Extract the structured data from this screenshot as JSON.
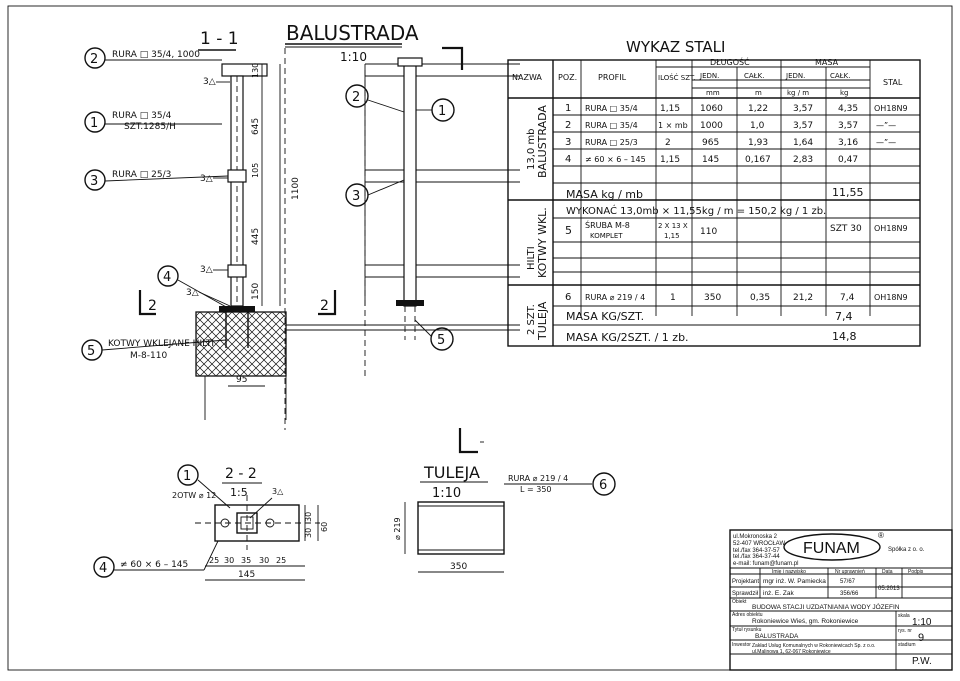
{
  "main_view": {
    "title": "BALUSTRADA",
    "scale": "1:10",
    "section": "1 - 1",
    "section_marks": {
      "left": "2",
      "right": "2"
    },
    "callouts": [
      {
        "num": "2",
        "text": "RURA □ 35/4, 1000"
      },
      {
        "num": "1",
        "text": "RURA □ 35/4",
        "sub": "SZT.1285/H"
      },
      {
        "num": "3",
        "text": "RURA □ 25/3"
      },
      {
        "num": "5",
        "text": "KOTWY WKLEJANE HILTI",
        "sub": "M-8-110"
      },
      {
        "num": "4",
        "text": ""
      }
    ],
    "welds": [
      "3△",
      "3△",
      "3△",
      "3△"
    ],
    "dims": {
      "d130": "130",
      "d645a": "645",
      "d105": "105",
      "d1100": "1100",
      "d445": "445",
      "d150": "150",
      "d95": "95"
    },
    "side_marks": [
      "2",
      "1",
      "3",
      "5"
    ]
  },
  "steel_table": {
    "title": "WYKAZ  STALI",
    "headers": {
      "name": "NAZWA",
      "pos": "POZ.",
      "profile": "PROFIL",
      "qty": "ILOŚĆ SZT.",
      "length": "DŁUGOŚĆ",
      "unit": "JEDN.",
      "unit_u": "mm",
      "total": "CAŁK.",
      "total_u": "m",
      "mass": "MASA",
      "mass_unit": "JEDN.",
      "mass_unit_u": "kg / m",
      "mass_total": "CAŁK.",
      "mass_total_u": "kg",
      "steel": "STAL"
    },
    "groups": [
      {
        "name": "BALUSTRADA",
        "sub": "13,0 mb"
      },
      {
        "name": "KOTWY WKL.",
        "sub": "HILTI"
      },
      {
        "name": "TULEJA",
        "sub": "2 SZT."
      }
    ],
    "rows": [
      {
        "pos": "1",
        "profile": "RURA □ 35/4",
        "qty": "1,15",
        "unit": "1060",
        "total": "1,22",
        "mu": "3,57",
        "mt": "4,35",
        "steel": "OH18N9"
      },
      {
        "pos": "2",
        "profile": "RURA □ 35/4",
        "qty": "1 × mb",
        "unit": "1000",
        "total": "1,0",
        "mu": "3,57",
        "mt": "3,57",
        "steel": "—”—"
      },
      {
        "pos": "3",
        "profile": "RURA □ 25/3",
        "qty": "2",
        "unit": "965",
        "total": "1,93",
        "mu": "1,64",
        "mt": "3,16",
        "steel": "—”—"
      },
      {
        "pos": "4",
        "profile": "≠ 60 × 6 – 145",
        "qty": "1,15",
        "unit": "145",
        "total": "0,167",
        "mu": "2,83",
        "mt": "0,47",
        "steel": ""
      }
    ],
    "mass_line": {
      "label": "MASA   kg / mb",
      "value": "11,55"
    },
    "exec_line": "WYKONAĆ  13,0mb × 11,55kg / m   = 150,2   kg / 1 zb.",
    "anchor_row": {
      "pos": "5",
      "profile": "ŚRUBA  M-8",
      "profile2": "KOMPLET",
      "qty": "2 X 13 X",
      "qty2": "1,15",
      "unit": "110",
      "count": "SZT 30",
      "steel": "OH18N9"
    },
    "sleeve_row": {
      "pos": "6",
      "profile": "RURA ⌀ 219 / 4",
      "qty": "1",
      "unit": "350",
      "total": "0,35",
      "mu": "21,2",
      "mt": "7,4",
      "steel": "OH18N9"
    },
    "mass_per_pc": {
      "label": "MASA KG/SZT.",
      "value": "7,4"
    },
    "mass_two": {
      "label": "MASA KG/2SZT. / 1 zb.",
      "value": "14,8"
    }
  },
  "section_22": {
    "num": "1",
    "title": "2 - 2",
    "scale": "1:5",
    "hole": "2OTW ⌀ 12",
    "weld": "3△",
    "plate_callout": {
      "num": "4",
      "text": "≠ 60 × 6 – 145"
    },
    "dims_bottom": [
      "25",
      "30",
      "35",
      "30",
      "25"
    ],
    "dim_total": "145",
    "dims_right": [
      "30",
      "30",
      "60"
    ]
  },
  "sleeve": {
    "title": "TULEJA",
    "scale": "1:10",
    "pipe": "RURA ⌀ 219 / 4",
    "length": "L = 350",
    "num": "6",
    "dim_len": "350",
    "dim_dia": "⌀ 219"
  },
  "title_block": {
    "address": [
      "ul.Mokronoska 2",
      "52-407 WROCŁAW",
      "tel./fax 364-37-57",
      "tel./fax 364-37-44",
      "e-mail: funam@funam.pl"
    ],
    "logo": "FUNAM",
    "reg": "®",
    "company_type": "Spółka z o. o.",
    "head_name": "Imię i nazwisko",
    "head_perm": "Nr uprawnień",
    "head_date": "Data",
    "head_sign": "Podpis",
    "designer_label": "Projektant",
    "designer": "mgr inż. W. Pamiecka",
    "designer_perm": "57/67",
    "date": "05.2013",
    "checker_label": "Sprawdził",
    "checker": "inż. E. Zak",
    "checker_perm": "356/66",
    "object_label": "Obiekt",
    "object": "BUDOWA STACJI UZDATNIANIA WODY JÓZEFIN",
    "address_label": "Adres obiektu",
    "object_address": "Rokoniewice Wieś, gm. Rokoniewice",
    "scale_label": "skala",
    "scale": "1:10",
    "drawing_label": "Tytuł rysunku",
    "drawing": "BALUSTRADA",
    "no_label": "rys. nr",
    "no": "9",
    "investor_label": "Inwestor",
    "investor": "Zakład Usług Komunalnych w Rokoniewicach Sp. z o.o.",
    "investor_addr": "ul.Malinowa 1, 62-067 Rokoniewice",
    "stage_label": "stadium",
    "stage": "P.W."
  }
}
